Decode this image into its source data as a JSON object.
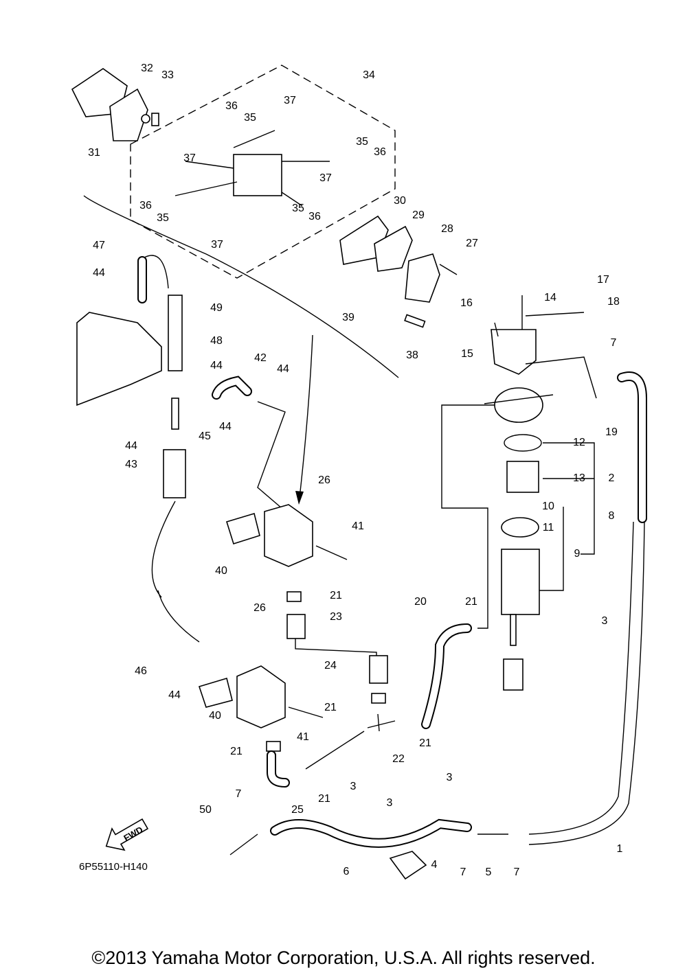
{
  "callouts": [
    "32",
    "33",
    "34",
    "31",
    "36",
    "37",
    "35",
    "35",
    "36",
    "37",
    "37",
    "36",
    "35",
    "35",
    "36",
    "30",
    "29",
    "28",
    "27",
    "37",
    "47",
    "44",
    "17",
    "14",
    "16",
    "18",
    "39",
    "49",
    "38",
    "48",
    "15",
    "42",
    "7",
    "44",
    "44",
    "44",
    "45",
    "19",
    "12",
    "44",
    "43",
    "13",
    "2",
    "26",
    "10",
    "11",
    "8",
    "41",
    "40",
    "9",
    "21",
    "20",
    "21",
    "26",
    "23",
    "3",
    "46",
    "24",
    "21",
    "44",
    "40",
    "41",
    "21",
    "22",
    "21",
    "21",
    "25",
    "3",
    "3",
    "3",
    "7",
    "50",
    "1",
    "6",
    "4",
    "7",
    "5",
    "7"
  ],
  "part_code": "6P55110-H140",
  "fwd_label": "FWD",
  "copyright": "©2013 Yamaha Motor Corporation, U.S.A. All rights reserved."
}
